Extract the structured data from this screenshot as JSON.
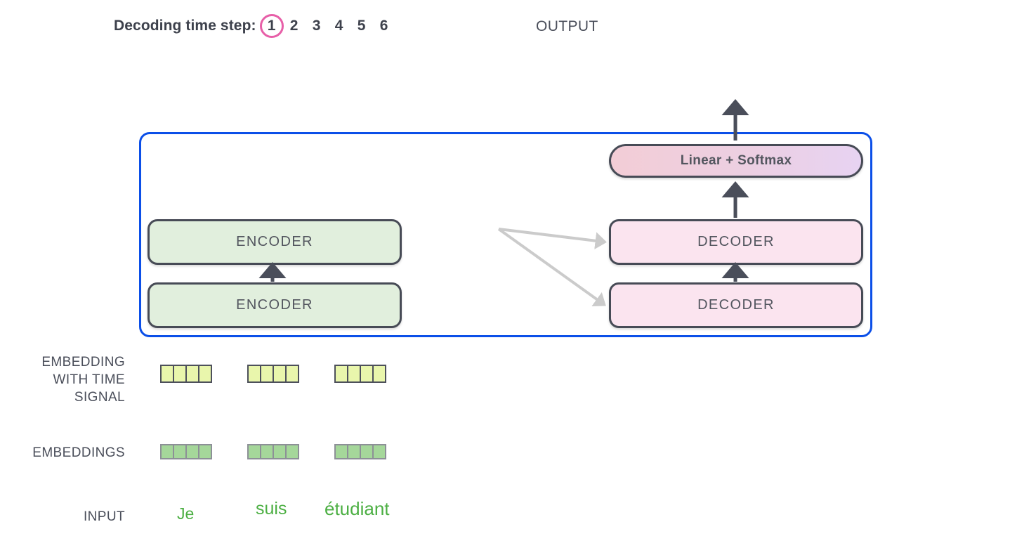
{
  "header": {
    "timestep_label": "Decoding time step:",
    "steps": [
      "1",
      "2",
      "3",
      "4",
      "5",
      "6"
    ],
    "active_step_index": 0,
    "output_label": "OUTPUT"
  },
  "colors": {
    "model_border": "#0b4fe8",
    "active_step_ring": "#e75fa8",
    "encoder_fill": "#e1efdd",
    "decoder_fill": "#fbe4ef",
    "block_border": "#474b56",
    "softmax_gradient_start": "#f3cdd6",
    "softmax_gradient_end": "#e7d3f2",
    "embedding_time_fill": "#e9f6ac",
    "embedding_fill": "#a5d79a",
    "arrow_dark": "#4a4e5a",
    "arrow_light": "#cccccc",
    "input_word": "#4caf43",
    "text": "#4a4e5a"
  },
  "model": {
    "encoder_stack": [
      {
        "label": "ENCODER"
      },
      {
        "label": "ENCODER"
      }
    ],
    "decoder_stack": [
      {
        "label": "DECODER"
      },
      {
        "label": "DECODER"
      }
    ],
    "output_head": {
      "label": "Linear + Softmax"
    }
  },
  "rows": {
    "embedding_with_time_signal": {
      "label_lines": [
        "EMBEDDING",
        "WITH TIME",
        "SIGNAL"
      ],
      "label": "EMBEDDING WITH TIME SIGNAL",
      "cells_per_vector": 4,
      "vector_count": 3
    },
    "embeddings": {
      "label": "EMBEDDINGS",
      "cells_per_vector": 4,
      "vector_count": 3
    },
    "input": {
      "label": "INPUT",
      "tokens": [
        "Je",
        "suis",
        "étudiant"
      ]
    }
  },
  "icons": {
    "flow_arrow_up": "arrow-up-icon",
    "context_arrow": "arrow-right-icon"
  }
}
